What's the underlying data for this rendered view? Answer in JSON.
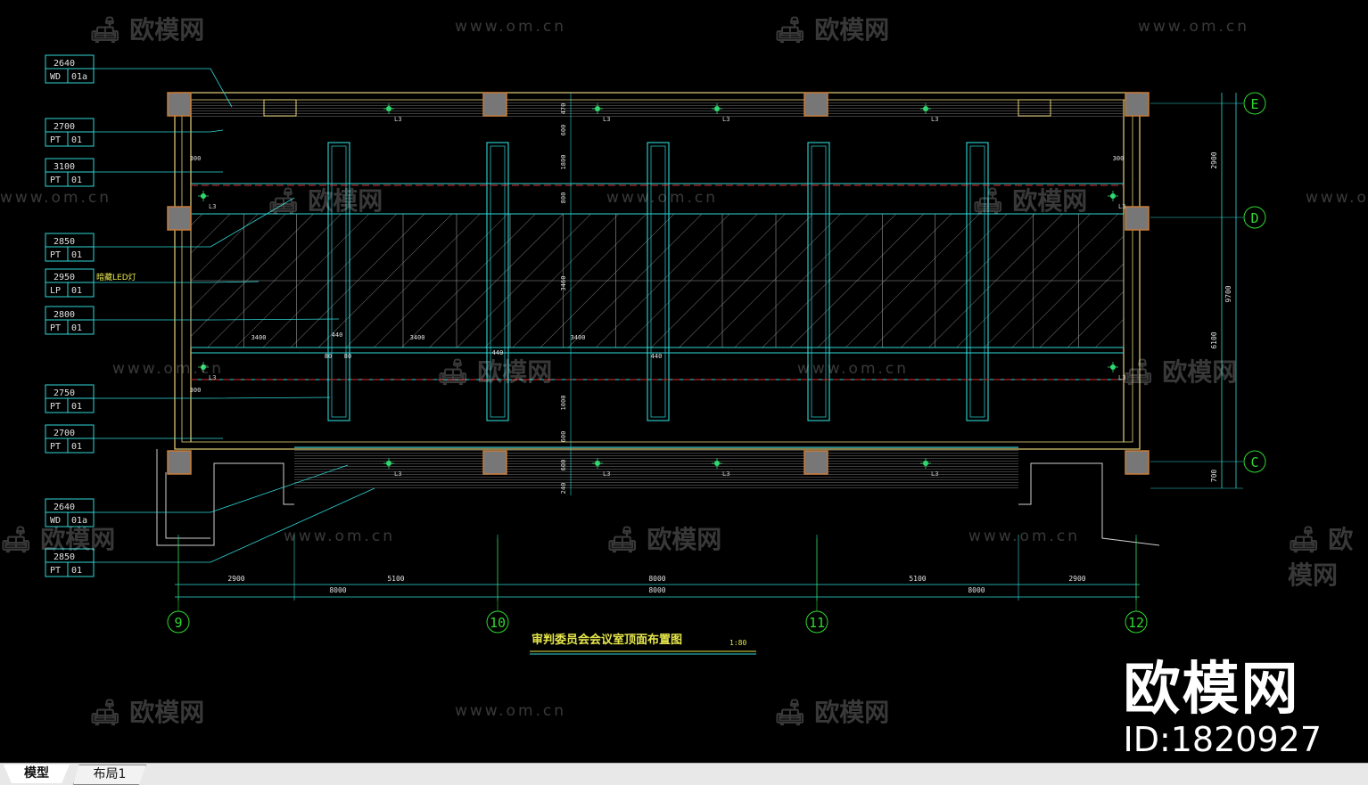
{
  "drawing": {
    "title": "审判委员会会议室顶面布置图",
    "scale": "1:80",
    "axis_letters": [
      "E",
      "D",
      "C"
    ],
    "axis_numbers": [
      "9",
      "10",
      "11",
      "12"
    ],
    "dims_top": [
      "2900",
      "5100",
      "8000",
      "5100",
      "2900"
    ],
    "dims_bottom": [
      "8000",
      "8000",
      "8000"
    ],
    "dims_right": [
      "2900",
      "9700",
      "6100",
      "700"
    ],
    "dims_vert_center": [
      "470",
      "600",
      "1800",
      "800",
      "3460",
      "1000",
      "600",
      "600",
      "240"
    ],
    "dims_panel": [
      "3400",
      "440",
      "80",
      "80",
      "3400",
      "440",
      "3400",
      "440"
    ],
    "side_dim": "300",
    "light_label": "L3",
    "led_note": "暗藏LED灯",
    "tags": [
      {
        "h": "2640",
        "code": "WD",
        "num": "01a"
      },
      {
        "h": "2700",
        "code": "PT",
        "num": "01"
      },
      {
        "h": "3100",
        "code": "PT",
        "num": "01"
      },
      {
        "h": "2850",
        "code": "PT",
        "num": "01"
      },
      {
        "h": "2950",
        "code": "LP",
        "num": "01"
      },
      {
        "h": "2800",
        "code": "PT",
        "num": "01"
      },
      {
        "h": "2750",
        "code": "PT",
        "num": "01"
      },
      {
        "h": "2700",
        "code": "PT",
        "num": "01"
      },
      {
        "h": "2640",
        "code": "WD",
        "num": "01a"
      },
      {
        "h": "2850",
        "code": "PT",
        "num": "01"
      }
    ]
  },
  "watermark": {
    "logo_text": "欧模网",
    "url_text": "www.om.cn"
  },
  "brand": {
    "name": "欧模网",
    "id": "ID:1820927"
  },
  "tabs": {
    "model": "模型",
    "layout1": "布局1"
  }
}
